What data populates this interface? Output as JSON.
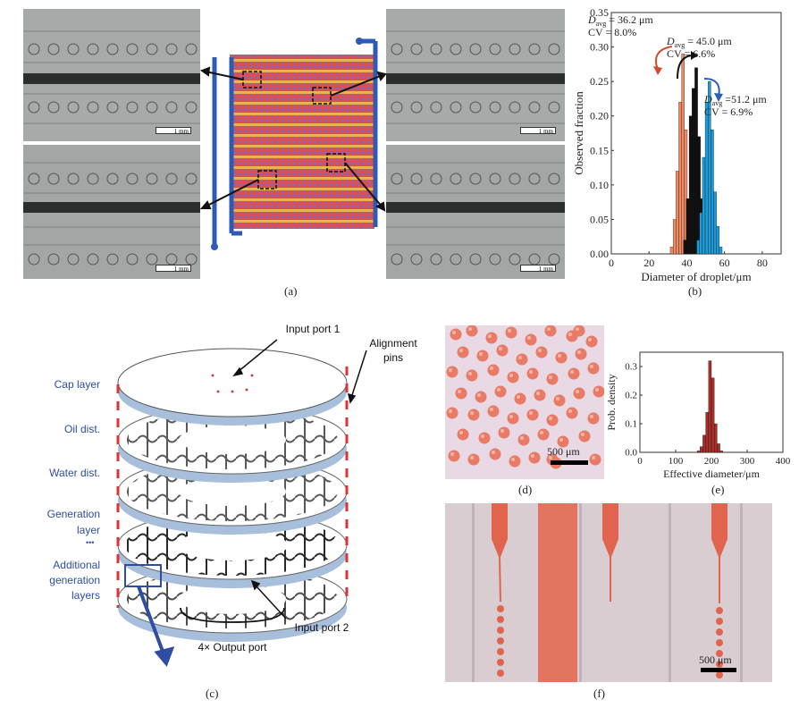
{
  "panels": {
    "a": {
      "label": "(a)",
      "scale_bar": "1 mm"
    },
    "b": {
      "label": "(b)"
    },
    "c": {
      "label": "(c)",
      "layers": [
        "Cap layer",
        "Oil dist.",
        "Water dist.",
        "Generation layer",
        "Additional generation layers"
      ],
      "callouts": {
        "input1": "Input port 1",
        "alignment": "Alignment pins",
        "input2": "Input port 2",
        "output": "4× Output port"
      },
      "ellipsis": "•••"
    },
    "d": {
      "label": "(d)",
      "scale_bar": "500 μm"
    },
    "e": {
      "label": "(e)"
    },
    "f": {
      "label": "(f)",
      "scale_bar": "500 μm"
    }
  },
  "chart_data": [
    {
      "type": "bar",
      "panel": "b",
      "xlabel": "Diameter of droplet/μm",
      "ylabel": "Observed fraction",
      "xlim": [
        0,
        90
      ],
      "ylim": [
        0,
        0.35
      ],
      "xticks": [
        0,
        20,
        40,
        60,
        80
      ],
      "yticks": [
        0,
        0.05,
        0.1,
        0.15,
        0.2,
        0.25,
        0.3,
        0.35
      ],
      "bin_width": 1.5,
      "series": [
        {
          "color": "#ef8a62",
          "x": [
            32,
            33.5,
            35,
            36.5,
            38,
            39.5,
            41
          ],
          "values": [
            0.01,
            0.05,
            0.12,
            0.22,
            0.29,
            0.18,
            0.04
          ]
        },
        {
          "color": "#111111",
          "x": [
            39,
            40.5,
            42,
            43.5,
            45,
            46.5,
            48,
            49.5
          ],
          "values": [
            0.02,
            0.08,
            0.2,
            0.24,
            0.27,
            0.17,
            0.08,
            0.01
          ]
        },
        {
          "color": "#1f9ad6",
          "x": [
            46,
            47.5,
            49,
            50.5,
            52,
            53.5,
            55,
            56.5,
            58
          ],
          "values": [
            0.02,
            0.06,
            0.14,
            0.22,
            0.25,
            0.18,
            0.09,
            0.04,
            0.01
          ]
        }
      ],
      "annotations": [
        {
          "symbol": "D",
          "sub": "avg",
          "value": "= 36.2 μm",
          "cv": "CV = 8.0%"
        },
        {
          "symbol": "D",
          "sub": "avg",
          "value": "= 45.0 μm",
          "cv": "CV = 6.6%"
        },
        {
          "symbol": "D",
          "sub": "avg",
          "value": "=51.2 μm",
          "cv": "CV = 6.9%"
        }
      ]
    },
    {
      "type": "bar",
      "panel": "e",
      "xlabel": "Effective diameter/μm",
      "ylabel": "Prob. density",
      "xlim": [
        0,
        400
      ],
      "ylim": [
        0,
        0.35
      ],
      "xticks": [
        0,
        100,
        200,
        300,
        400
      ],
      "yticks": [
        0,
        0.1,
        0.2,
        0.3
      ],
      "bin_width": 8,
      "series": [
        {
          "color": "#a8302b",
          "x": [
            164,
            172,
            180,
            188,
            196,
            204,
            212,
            220,
            228
          ],
          "values": [
            0.005,
            0.02,
            0.06,
            0.14,
            0.32,
            0.26,
            0.1,
            0.03,
            0.005
          ]
        }
      ]
    }
  ]
}
